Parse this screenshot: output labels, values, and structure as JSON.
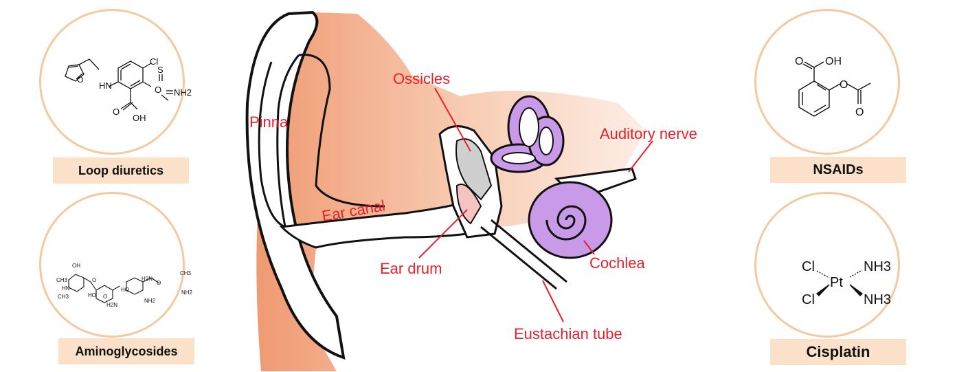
{
  "drugs": {
    "loop": {
      "label": "Loop diuretics",
      "atoms": [
        "Cl",
        "O",
        "S",
        "O",
        "NH2",
        "HN",
        "O",
        "OH",
        "O"
      ]
    },
    "aminoglycosides": {
      "label": "Aminoglycosides",
      "atoms": [
        "OH",
        "CH3",
        "HN",
        "CH3",
        "O",
        "HO",
        "O",
        "HO",
        "H2N",
        "H2N",
        "O",
        "NH2",
        "CH3",
        "NH2",
        "O"
      ]
    },
    "nsaids": {
      "label": "NSAIDs",
      "atoms": [
        "O",
        "OH",
        "O",
        "O"
      ]
    },
    "cisplatin": {
      "label": "Cisplatin",
      "atoms": [
        "Cl",
        "Cl",
        "Pt",
        "NH3",
        "NH3"
      ]
    }
  },
  "ear": {
    "pinna": "Pinna",
    "ossicles": "Ossicles",
    "auditory_nerve": "Auditory nerve",
    "ear_canal": "Ear canal",
    "ear_drum": "Ear drum",
    "cochlea": "Cochlea",
    "eustachian_tube": "Eustachian tube"
  },
  "colors": {
    "circle_border": "#f5c9a0",
    "label_bg": "#fbe1c9",
    "skin": "#f0a07a",
    "cochlea": "#c89ae8",
    "label_text": "#e8202a"
  }
}
